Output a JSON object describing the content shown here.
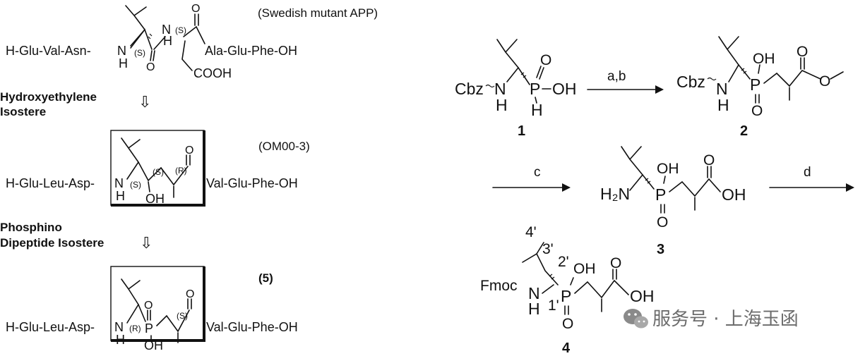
{
  "left": {
    "swedish": {
      "note": "(Swedish mutant APP)",
      "lead": "H-Glu-Val-Asn-",
      "tail": "Ala-Glu-Phe-OH",
      "n1": "N",
      "h1": "H",
      "s1": "(S)",
      "n2": "N",
      "h2": "H",
      "s2": "(S)",
      "o1": "O",
      "o2": "O",
      "cooh": "COOH"
    },
    "arrow1": {
      "line1": "Hydroxyethylene",
      "line2": "Isostere",
      "arrow": "⇩"
    },
    "om": {
      "note": "(OM00-3)",
      "lead": "H-Glu-Leu-Asp-",
      "tail": "Val-Glu-Phe-OH",
      "n": "N",
      "h": "H",
      "s1": "(S)",
      "s2": "(S)",
      "r": "(R)",
      "oh": "OH",
      "o": "O"
    },
    "arrow2": {
      "line1": "Phosphino",
      "line2": "Dipeptide Isostere",
      "arrow": "⇩"
    },
    "five": {
      "note": "(5)",
      "lead": "H-Glu-Leu-Asp-",
      "tail": "Val-Glu-Phe-OH",
      "n": "N",
      "h": "H",
      "r": "(R)",
      "s": "(S)",
      "p": "P",
      "o_up": "O",
      "oh": "OH",
      "o": "O"
    }
  },
  "right": {
    "c1": {
      "cbz": "Cbz",
      "n": "N",
      "h": "H",
      "p": "P",
      "o": "O",
      "oh": "OH",
      "ph": "H",
      "label": "1"
    },
    "step_ab": "a,b",
    "c2": {
      "cbz": "Cbz",
      "n": "N",
      "h": "H",
      "p": "P",
      "oh": "OH",
      "o": "O",
      "o_ester": "O",
      "o2": "O",
      "label": "2"
    },
    "step_c": "c",
    "c3": {
      "h2n": "H₂N",
      "p": "P",
      "oh": "OH",
      "o": "O",
      "co_o": "O",
      "cooh": "OH",
      "label": "3"
    },
    "step_d": "d",
    "c4": {
      "fmoc": "Fmoc",
      "n": "N",
      "h": "H",
      "p": "P",
      "oh": "OH",
      "o": "O",
      "co_o": "O",
      "cooh": "OH",
      "l4": "4'",
      "l3": "3'",
      "l2": "2'",
      "l1": "1'",
      "label": "4"
    }
  },
  "watermark": "服务号 · 上海玉函"
}
